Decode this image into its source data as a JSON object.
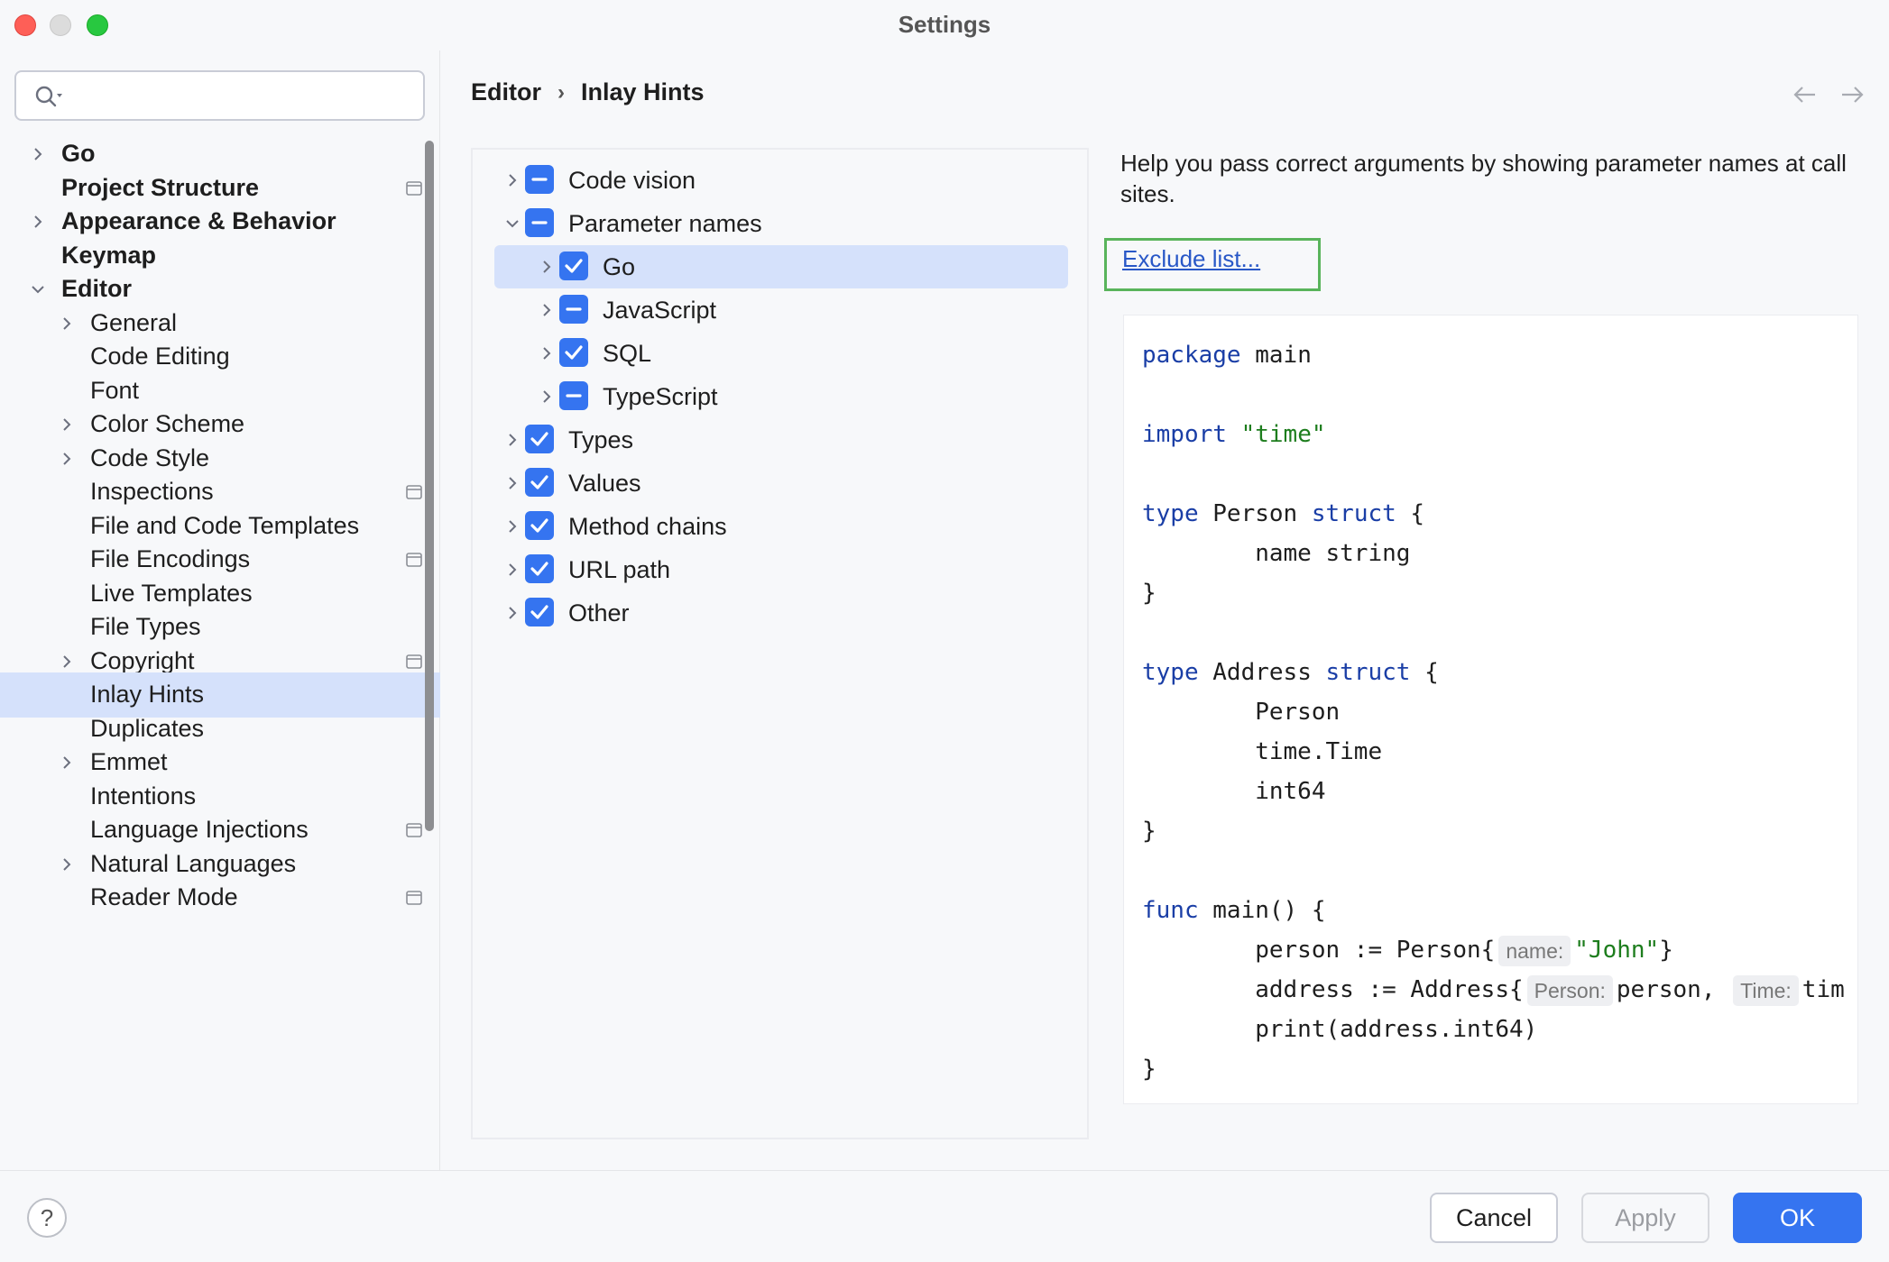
{
  "window": {
    "title": "Settings"
  },
  "search": {
    "placeholder": ""
  },
  "sidebar": {
    "items": [
      {
        "label": "Go",
        "bold": true,
        "chevron": "right"
      },
      {
        "label": "Project Structure",
        "bold": true,
        "page_icon": true
      },
      {
        "label": "Appearance & Behavior",
        "bold": true,
        "chevron": "right"
      },
      {
        "label": "Keymap",
        "bold": true
      },
      {
        "label": "Editor",
        "bold": true,
        "chevron": "down"
      },
      {
        "label": "General",
        "chevron": "right"
      },
      {
        "label": "Code Editing"
      },
      {
        "label": "Font"
      },
      {
        "label": "Color Scheme",
        "chevron": "right"
      },
      {
        "label": "Code Style",
        "chevron": "right"
      },
      {
        "label": "Inspections",
        "page_icon": true
      },
      {
        "label": "File and Code Templates"
      },
      {
        "label": "File Encodings",
        "page_icon": true
      },
      {
        "label": "Live Templates"
      },
      {
        "label": "File Types"
      },
      {
        "label": "Copyright",
        "chevron": "right",
        "page_icon": true
      },
      {
        "label": "Inlay Hints",
        "selected": true
      },
      {
        "label": "Duplicates"
      },
      {
        "label": "Emmet",
        "chevron": "right"
      },
      {
        "label": "Intentions"
      },
      {
        "label": "Language Injections",
        "page_icon": true
      },
      {
        "label": "Natural Languages",
        "chevron": "right"
      },
      {
        "label": "Reader Mode",
        "page_icon": true
      }
    ]
  },
  "breadcrumb": {
    "parent": "Editor",
    "separator": "›",
    "current": "Inlay Hints"
  },
  "hints": {
    "items": [
      {
        "label": "Code vision",
        "state": "partial",
        "chevron": "right"
      },
      {
        "label": "Parameter names",
        "state": "partial",
        "chevron": "down"
      },
      {
        "label": "Go",
        "state": "checked",
        "chevron": "right",
        "selected": true
      },
      {
        "label": "JavaScript",
        "state": "partial",
        "chevron": "right"
      },
      {
        "label": "SQL",
        "state": "checked",
        "chevron": "right"
      },
      {
        "label": "TypeScript",
        "state": "partial",
        "chevron": "right"
      },
      {
        "label": "Types",
        "state": "checked",
        "chevron": "right"
      },
      {
        "label": "Values",
        "state": "checked",
        "chevron": "right"
      },
      {
        "label": "Method chains",
        "state": "checked",
        "chevron": "right"
      },
      {
        "label": "URL path",
        "state": "checked",
        "chevron": "right"
      },
      {
        "label": "Other",
        "state": "checked",
        "chevron": "right"
      }
    ]
  },
  "description": {
    "text": "Help you pass correct arguments by showing parameter names at call sites.",
    "exclude_link": "Exclude list..."
  },
  "code": {
    "l1_kw": "package",
    "l1_rest": " main",
    "l2_kw": "import",
    "l2_str": "\"time\"",
    "l3_kw": "type",
    "l3_name": " Person ",
    "l3_kw2": "struct",
    "l3_rest": " {",
    "l4": "        name string",
    "l5": "}",
    "l6_kw": "type",
    "l6_name": " Address ",
    "l6_kw2": "struct",
    "l6_rest": " {",
    "l7": "        Person",
    "l8": "        time.Time",
    "l9": "        int64",
    "l10": "}",
    "l11_kw": "func",
    "l11_rest": " main() {",
    "l12_a": "        person := Person{",
    "l12_hint": "name:",
    "l12_str": "\"John\"",
    "l12_b": "}",
    "l13_a": "        address := Address{",
    "l13_hint1": "Person:",
    "l13_b": "person, ",
    "l13_hint2": "Time:",
    "l13_c": "tim",
    "l14": "        print(address.int64)",
    "l15": "}"
  },
  "footer": {
    "help": "?",
    "cancel": "Cancel",
    "apply": "Apply",
    "ok": "OK"
  },
  "colors": {
    "accent": "#3574f0",
    "selection": "#d5e1fb",
    "link": "#2857c7",
    "highlight_box": "#59b45b",
    "keyword": "#1a3ea6",
    "string": "#1d7d1d"
  }
}
